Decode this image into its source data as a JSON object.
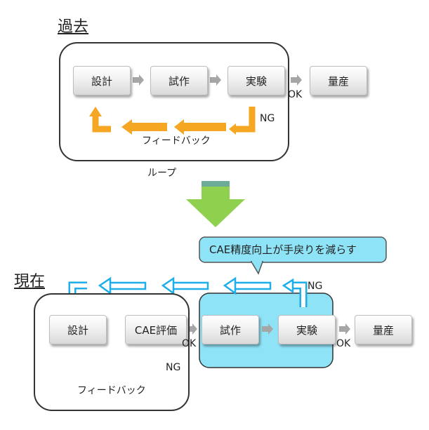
{
  "past": {
    "heading": "過去",
    "steps": [
      "設計",
      "試作",
      "実験",
      "量産"
    ],
    "ok_label": "OK",
    "ng_label": "NG",
    "feedback_label": "フィードバック",
    "loop_label": "ループ"
  },
  "present": {
    "heading": "現在",
    "steps": [
      "設計",
      "CAE評価",
      "試作",
      "実験",
      "量産"
    ],
    "ok_label_1": "OK",
    "ok_label_2": "OK",
    "ng_label_1": "NG",
    "ng_label_2": "NG",
    "feedback_label": "フィードバック",
    "callout": "CAE精度向上が手戻りを減らす"
  },
  "colors": {
    "feedback_arrow": "#F5A623",
    "rework_arrow": "#1EAEEA",
    "highlight_box": "#8FE3F7",
    "transition_arrow": "#8FD14F",
    "step_arrow": "#A6A6A6"
  }
}
